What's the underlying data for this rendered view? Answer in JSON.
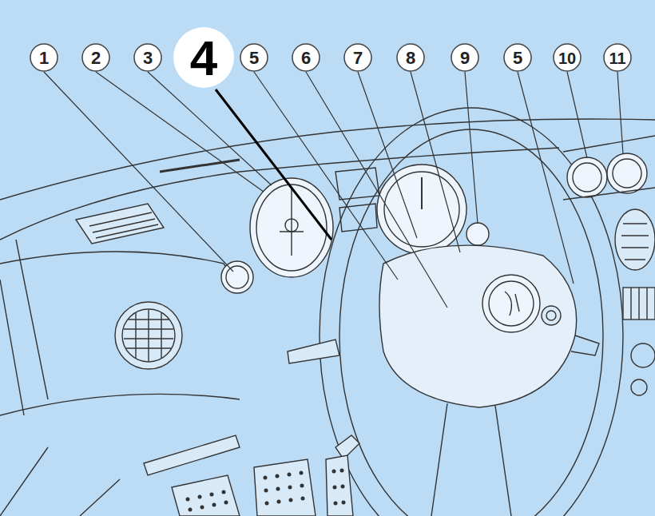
{
  "diagram": {
    "labels": [
      "1",
      "2",
      "3",
      "4",
      "5",
      "6",
      "7",
      "8",
      "9",
      "5",
      "10",
      "11"
    ]
  }
}
